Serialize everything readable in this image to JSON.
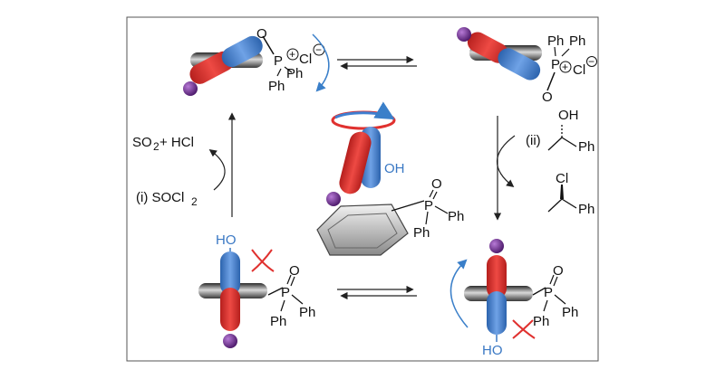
{
  "labels": {
    "o": "O",
    "p": "P",
    "ph": "Ph",
    "cl_minus": "Cl",
    "cl": "Cl",
    "plus": "+",
    "minus": "−",
    "oh": "OH",
    "ho": "HO",
    "so2_hcl": "SO",
    "so2_sub": "2",
    "so2_rest": " + HCl",
    "step_i": "(i) SOCl",
    "step_i_sub": "2",
    "step_ii": "(ii)"
  },
  "colors": {
    "frame": "#555555",
    "rotor_red": "#e0312f",
    "rotor_blue": "#3f7fd1",
    "sphere_purple": "#6b2d8f",
    "axle_gray": "#6e6e6e",
    "curved_arrow_blue": "#3a7fc9",
    "clash_red": "#e0312f"
  }
}
